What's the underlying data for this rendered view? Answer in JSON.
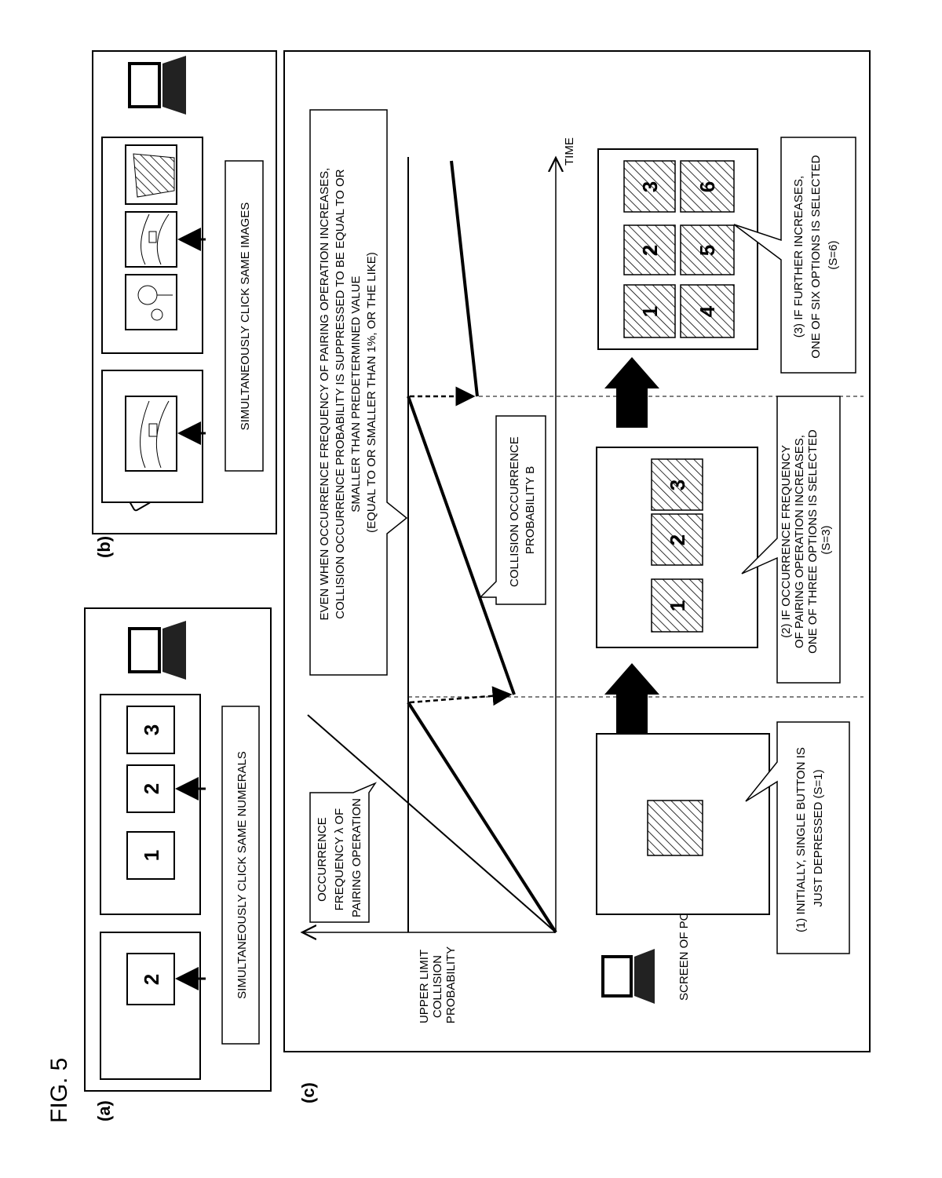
{
  "figure": {
    "title": "FIG. 5",
    "label_a": "(a)",
    "label_b": "(b)",
    "label_c": "(c)"
  },
  "panel_a": {
    "phone_screen_button": "2",
    "pc_buttons": [
      "1",
      "2",
      "3"
    ],
    "instruction": "SIMULTANEOUSLY CLICK SAME NUMERALS"
  },
  "panel_b": {
    "instruction": "SIMULTANEOUSLY CLICK SAME IMAGES",
    "images": [
      "person-tree-image",
      "river-car-image",
      "building-image"
    ]
  },
  "panel_c": {
    "y_axis_label": [
      "UPPER LIMIT",
      "COLLISION",
      "PROBABILITY"
    ],
    "x_axis_label": "TIME",
    "occurrence_label": [
      "OCCURRENCE",
      "FREQUENCY λ OF",
      "PAIRING OPERATION"
    ],
    "collision_label": [
      "COLLISION OCCURRENCE",
      "PROBABILITY B"
    ],
    "main_callout": [
      "EVEN WHEN OCCURRENCE FREQUENCY OF PAIRING OPERATION INCREASES,",
      "COLLISION OCCURRENCE PROBABILITY IS SUPPRESSED TO BE EQUAL TO OR",
      "SMALLER THAN PREDETERMINED VALUE",
      "(EQUAL TO OR SMALLER THAN 1%, OR THE LIKE)"
    ],
    "screen_label": "SCREEN OF PC",
    "stage1": {
      "caption": [
        "(1) INITIALLY, SINGLE BUTTON IS",
        "JUST DEPRESSED (S=1)"
      ]
    },
    "stage2": {
      "options": [
        "1",
        "2",
        "3"
      ],
      "caption": [
        "(2) IF OCCURRENCE FREQUENCY",
        "OF PAIRING OPERATION INCREASES,",
        "ONE OF THREE OPTIONS IS SELECTED",
        "(S=3)"
      ]
    },
    "stage3": {
      "options": [
        "1",
        "2",
        "3",
        "4",
        "5",
        "6"
      ],
      "caption": [
        "(3) IF FURTHER INCREASES,",
        "ONE OF SIX OPTIONS IS SELECTED",
        "(S=6)"
      ]
    }
  }
}
